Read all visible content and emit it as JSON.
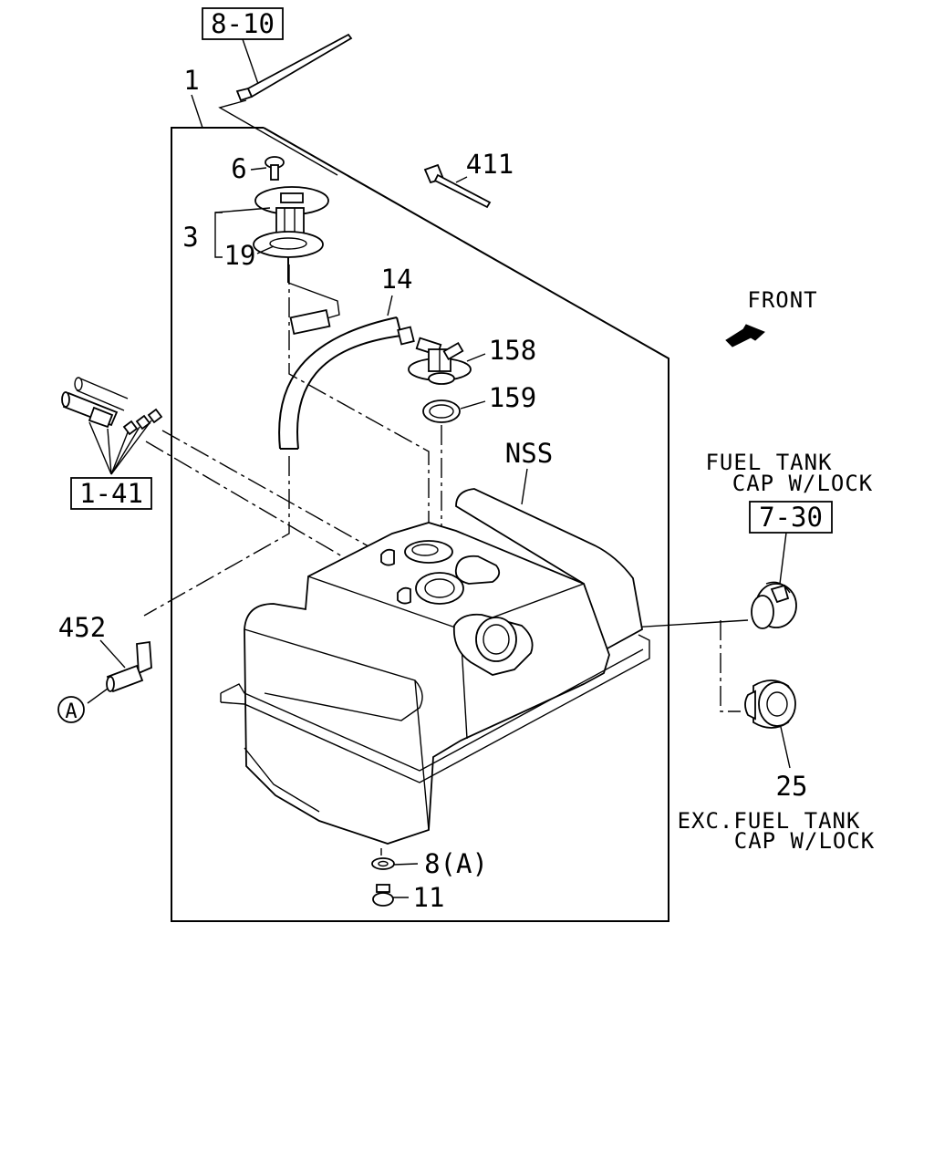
{
  "refs": {
    "r8_10": "8-10",
    "r1_41": "1-41",
    "r7_30": "7-30"
  },
  "callouts": {
    "c1": "1",
    "c6": "6",
    "c3": "3",
    "c19": "19",
    "c411": "411",
    "c14": "14",
    "c158": "158",
    "c159": "159",
    "cNSS": "NSS",
    "c452": "452",
    "cA": "A",
    "c8A": "8(A)",
    "c11": "11",
    "c25": "25"
  },
  "notes": {
    "front": "FRONT",
    "lock_line1": "FUEL TANK",
    "lock_line2": "CAP W/LOCK",
    "exc_line1": "EXC.FUEL TANK",
    "exc_line2": "CAP W/LOCK"
  }
}
